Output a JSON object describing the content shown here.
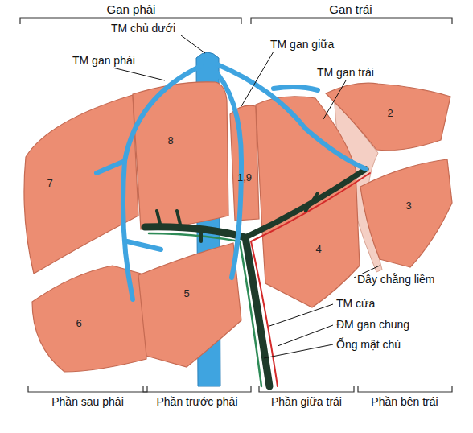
{
  "diagram": {
    "labels": [
      "Gan phải",
      "Gan trái",
      "TM chủ dưới",
      "TM gan giữa",
      "TM gan phải",
      "TM gan trái",
      "2",
      "8",
      "7",
      "1,9",
      "3",
      "4",
      "Dây chằng liềm",
      "TM cửa",
      "5",
      "6",
      "ĐM gan chung",
      "Ống mật chủ",
      "Phần sau phải",
      "Phần trước phải",
      "Phần giữa trái",
      "Phần bên trái"
    ]
  }
}
